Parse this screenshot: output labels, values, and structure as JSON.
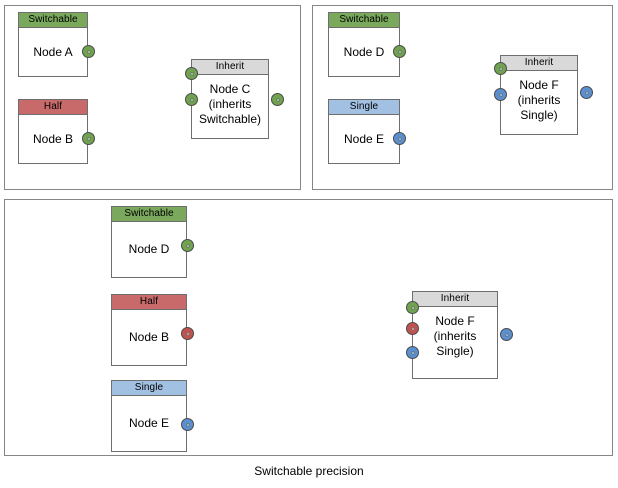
{
  "diagram": {
    "caption": "Switchable precision",
    "colors": {
      "switchable": "#7aa85c",
      "half": "#c96a6a",
      "single": "#a2c0e2",
      "inherit": "#d9d9d9",
      "port_green": "#6fa34f",
      "port_red": "#c1524f",
      "port_blue": "#5a8fd0",
      "panel_border": "#868686",
      "node_border": "#6e6e6e",
      "wire": "#5a5a5a",
      "background": "#ffffff"
    }
  },
  "panels": [
    {
      "id": "panel-top-left",
      "nodes": [
        {
          "id": "node-a",
          "header": "Switchable",
          "body": "Node A",
          "header_style": "switchable"
        },
        {
          "id": "node-b",
          "header": "Half",
          "body": "Node B",
          "header_style": "half"
        },
        {
          "id": "node-c",
          "header": "Inherit",
          "body": "Node C\n(inherits\nSwitchable)",
          "header_style": "inherit"
        }
      ],
      "ports": [
        {
          "id": "port-node-a-out",
          "color": "green"
        },
        {
          "id": "port-node-b-out",
          "color": "green"
        },
        {
          "id": "port-node-c-in-1",
          "color": "green"
        },
        {
          "id": "port-node-c-in-2",
          "color": "green"
        },
        {
          "id": "port-node-c-out",
          "color": "green"
        }
      ],
      "edges": [
        {
          "id": "edge-a-to-c",
          "from": "port-node-a-out",
          "to": "port-node-c-in-1"
        },
        {
          "id": "edge-b-to-c",
          "from": "port-node-b-out",
          "to": "port-node-c-in-2"
        }
      ]
    },
    {
      "id": "panel-top-right",
      "nodes": [
        {
          "id": "node-d",
          "header": "Switchable",
          "body": "Node D",
          "header_style": "switchable"
        },
        {
          "id": "node-e",
          "header": "Single",
          "body": "Node E",
          "header_style": "single"
        },
        {
          "id": "node-f",
          "header": "Inherit",
          "body": "Node F\n(inherits\nSingle)",
          "header_style": "inherit"
        }
      ],
      "ports": [
        {
          "id": "port-node-d-out",
          "color": "green"
        },
        {
          "id": "port-node-e-out",
          "color": "blue"
        },
        {
          "id": "port-node-f-in-1",
          "color": "green"
        },
        {
          "id": "port-node-f-in-2",
          "color": "blue"
        },
        {
          "id": "port-node-f-out",
          "color": "blue"
        }
      ],
      "edges": [
        {
          "id": "edge-d-to-f",
          "from": "port-node-d-out",
          "to": "port-node-f-in-1"
        },
        {
          "id": "edge-e-to-f",
          "from": "port-node-e-out",
          "to": "port-node-f-in-2"
        }
      ]
    },
    {
      "id": "panel-bottom",
      "nodes": [
        {
          "id": "node-d2",
          "header": "Switchable",
          "body": "Node D",
          "header_style": "switchable"
        },
        {
          "id": "node-b2",
          "header": "Half",
          "body": "Node B",
          "header_style": "half"
        },
        {
          "id": "node-e2",
          "header": "Single",
          "body": "Node E",
          "header_style": "single"
        },
        {
          "id": "node-f2",
          "header": "Inherit",
          "body": "Node F\n(inherits\nSingle)",
          "header_style": "inherit"
        }
      ],
      "ports": [
        {
          "id": "port-node-d2-out",
          "color": "green"
        },
        {
          "id": "port-node-b2-out",
          "color": "red"
        },
        {
          "id": "port-node-e2-out",
          "color": "blue"
        },
        {
          "id": "port-node-f2-in-1",
          "color": "green"
        },
        {
          "id": "port-node-f2-in-2",
          "color": "red"
        },
        {
          "id": "port-node-f2-in-3",
          "color": "blue"
        },
        {
          "id": "port-node-f2-out",
          "color": "blue"
        }
      ],
      "edges": [
        {
          "id": "edge-d2-to-f2",
          "from": "port-node-d2-out",
          "to": "port-node-f2-in-1"
        },
        {
          "id": "edge-b2-to-f2",
          "from": "port-node-b2-out",
          "to": "port-node-f2-in-2"
        },
        {
          "id": "edge-e2-to-f2",
          "from": "port-node-e2-out",
          "to": "port-node-f2-in-3"
        }
      ]
    }
  ],
  "labels": {
    "node_a": "Node A",
    "node_b": "Node B",
    "node_c_line1": "Node C",
    "node_c_line2": "(inherits",
    "node_c_line3": "Switchable)",
    "node_d": "Node D",
    "node_e": "Node E",
    "node_f_line1": "Node F",
    "node_f_line2": "(inherits",
    "node_f_line3": "Single)",
    "hdr_switchable": "Switchable",
    "hdr_half": "Half",
    "hdr_single": "Single",
    "hdr_inherit": "Inherit"
  }
}
